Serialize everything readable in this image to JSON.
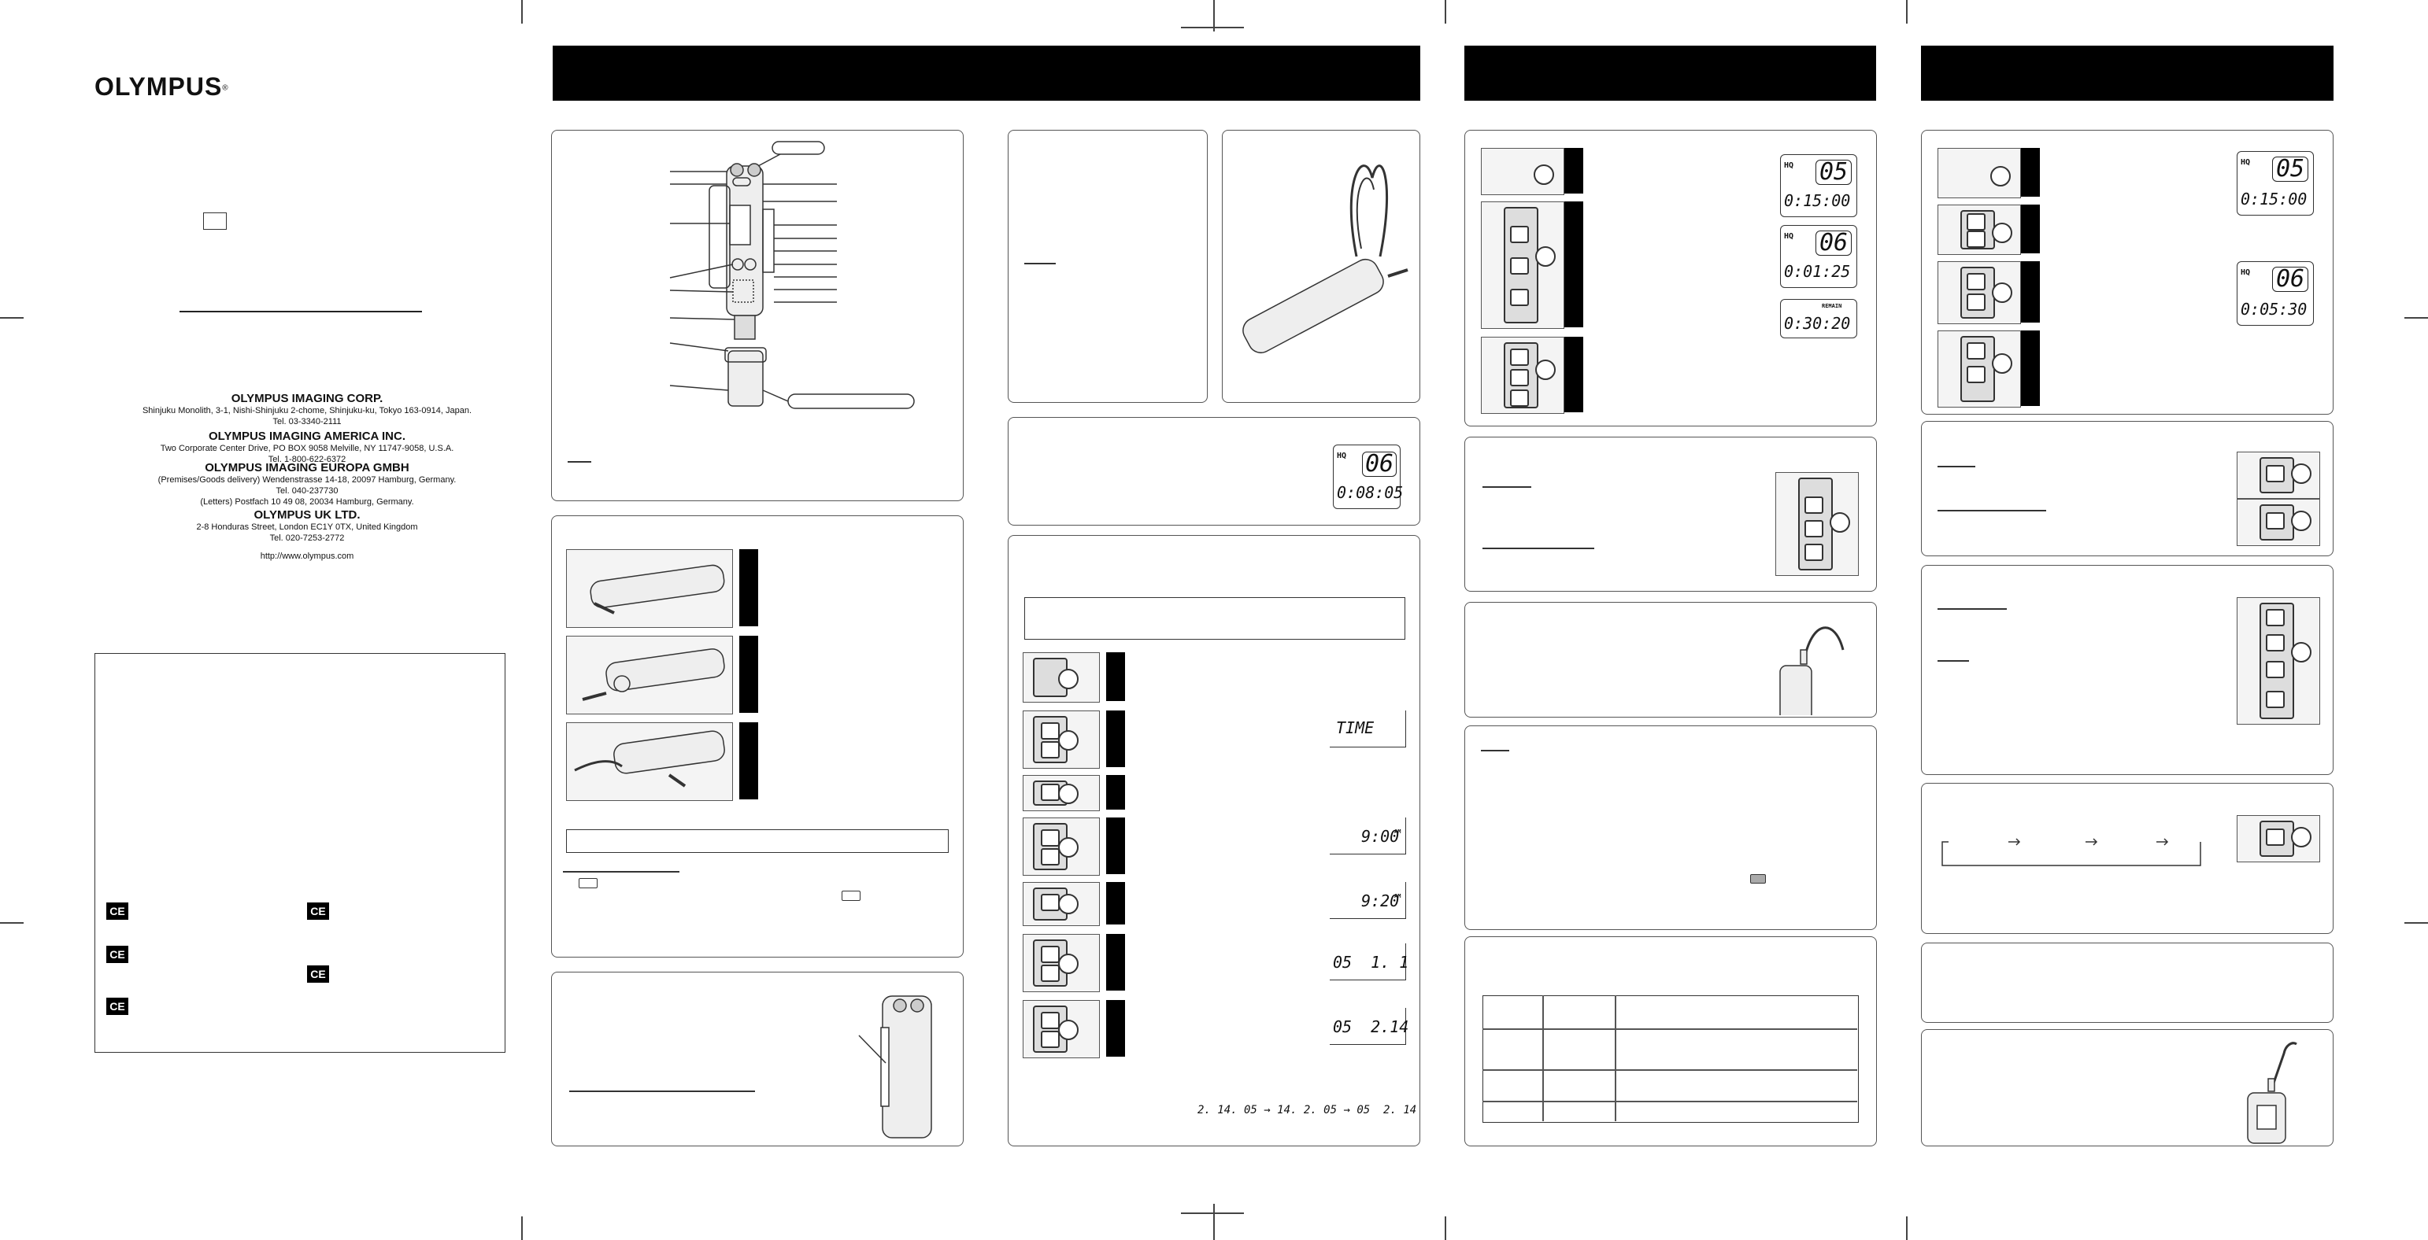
{
  "brand": {
    "logo": "OLYMPUS",
    "registered": "®"
  },
  "companies": [
    {
      "name": "OLYMPUS IMAGING CORP.",
      "address": "Shinjuku Monolith, 3-1, Nishi-Shinjuku 2-chome, Shinjuku-ku, Tokyo 163-0914, Japan.",
      "tel": "Tel. 03-3340-2111"
    },
    {
      "name": "OLYMPUS IMAGING AMERICA INC.",
      "address": "Two Corporate Center Drive, PO BOX 9058 Melville, NY 11747-9058, U.S.A.",
      "tel": "Tel. 1-800-622-6372"
    },
    {
      "name": "OLYMPUS IMAGING EUROPA GMBH",
      "address": "(Premises/Goods delivery) Wendenstrasse 14-18, 20097 Hamburg, Germany.",
      "tel": "Tel. 040-237730",
      "extra": "(Letters) Postfach 10 49 08, 20034 Hamburg, Germany."
    },
    {
      "name": "OLYMPUS UK LTD.",
      "address": "2-8 Honduras Street, London EC1Y 0TX, United Kingdom",
      "tel": "Tel. 020-7253-2772"
    }
  ],
  "website": "http://www.olympus.com",
  "ce_mark": "CE",
  "lcd": {
    "hq": "HQ",
    "remain": "REMAIN",
    "time_label": "TIME",
    "folder_a": "05",
    "time_a": "0:15:00",
    "folder_b": "06",
    "time_b": "0:01:25",
    "remain_time": "0:30:20",
    "folder_c": "06",
    "time_c": "0:08:05",
    "clock_1": "9:00",
    "clock_2": "9:20",
    "am": "AM",
    "date_1": "05  1. 1",
    "date_2": "05  2.14",
    "folder_d": "05",
    "time_d": "0:15:00",
    "folder_e": "06",
    "time_e": "0:05:30"
  },
  "date_formats": [
    "2. 14. 05",
    "14. 2. 05",
    "05  2. 14"
  ]
}
